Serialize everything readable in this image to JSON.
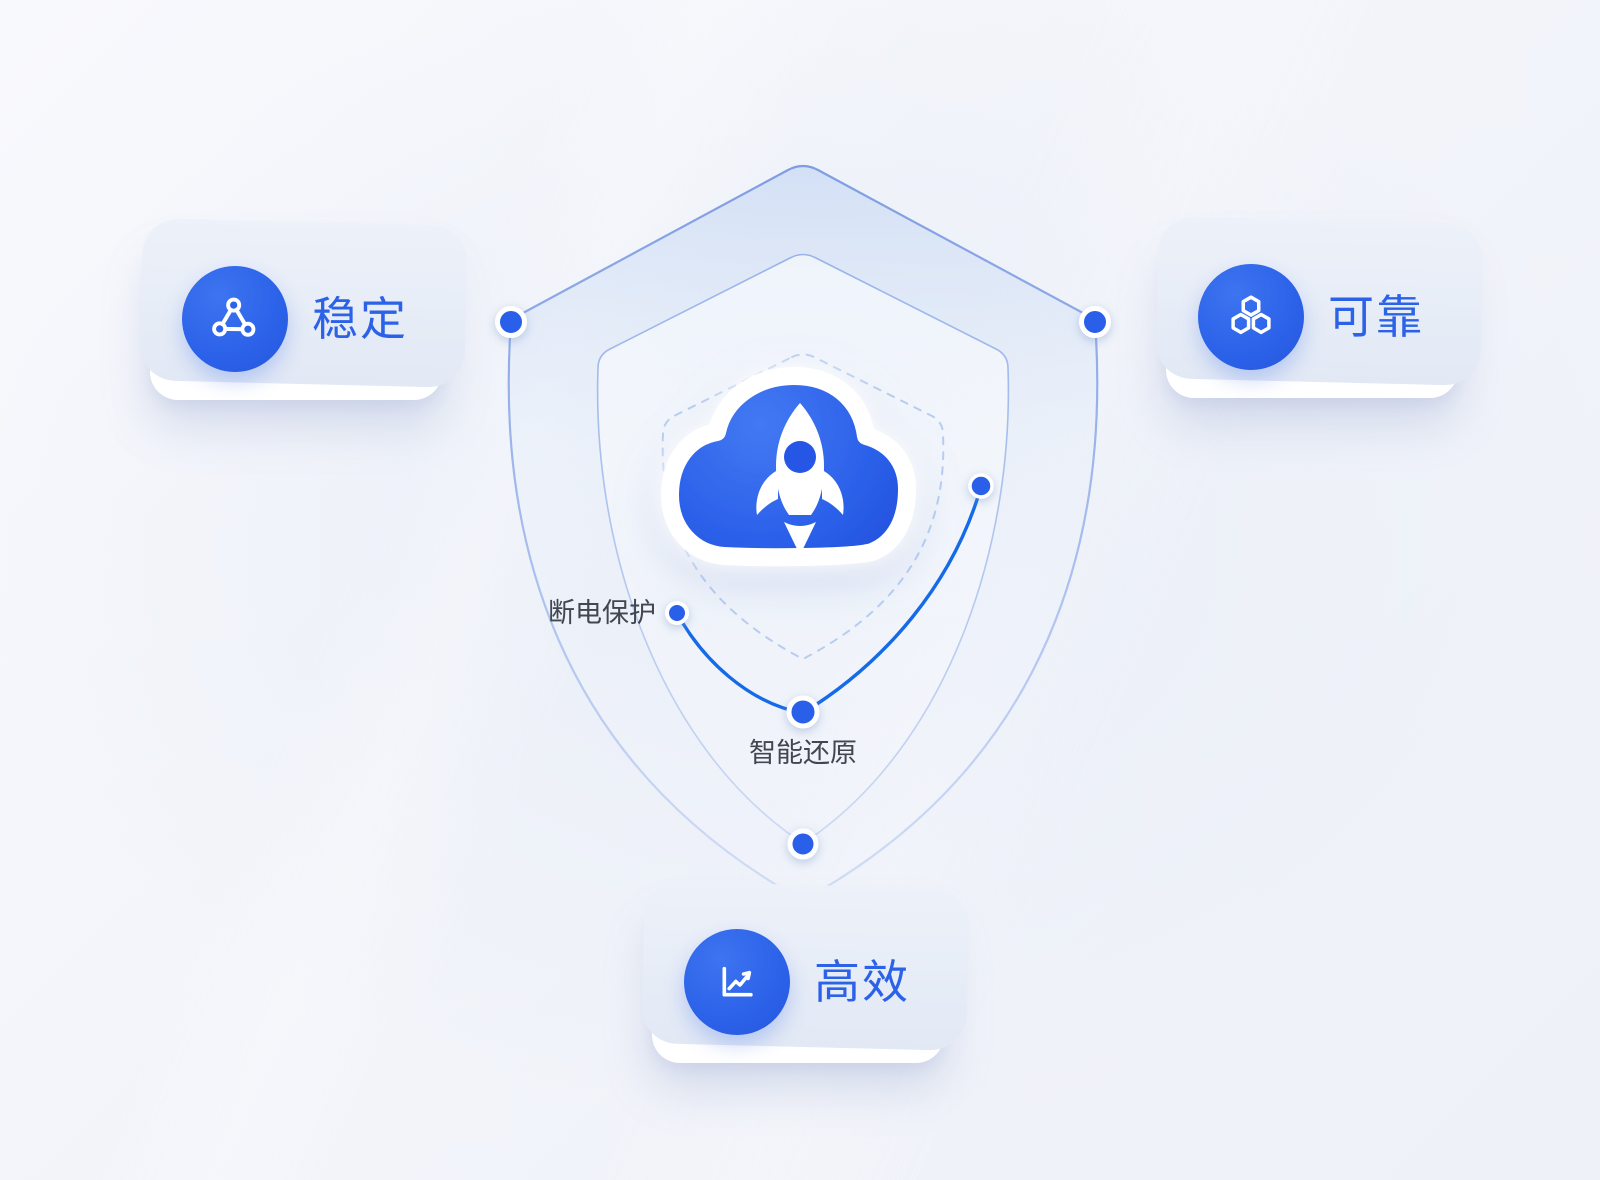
{
  "colors": {
    "background": "#f2f4fa",
    "accent_blue": "#2b62e8",
    "connector_blue": "#156ae8",
    "shield_line_blue": "#7e9ce2",
    "label_gray": "#41464f",
    "card_white": "#ffffff"
  },
  "cards": [
    {
      "id": "stable",
      "label": "稳定",
      "icon": "triangle-network-icon"
    },
    {
      "id": "reliable",
      "label": "可靠",
      "icon": "hexagon-cluster-icon"
    },
    {
      "id": "efficient",
      "label": "高效",
      "icon": "line-chart-icon"
    }
  ],
  "shield": {
    "center_icon": "cloud-rocket-icon",
    "callouts": [
      {
        "id": "power-protection",
        "text": "断电保护"
      },
      {
        "id": "smart-restore",
        "text": "智能还原"
      }
    ]
  }
}
